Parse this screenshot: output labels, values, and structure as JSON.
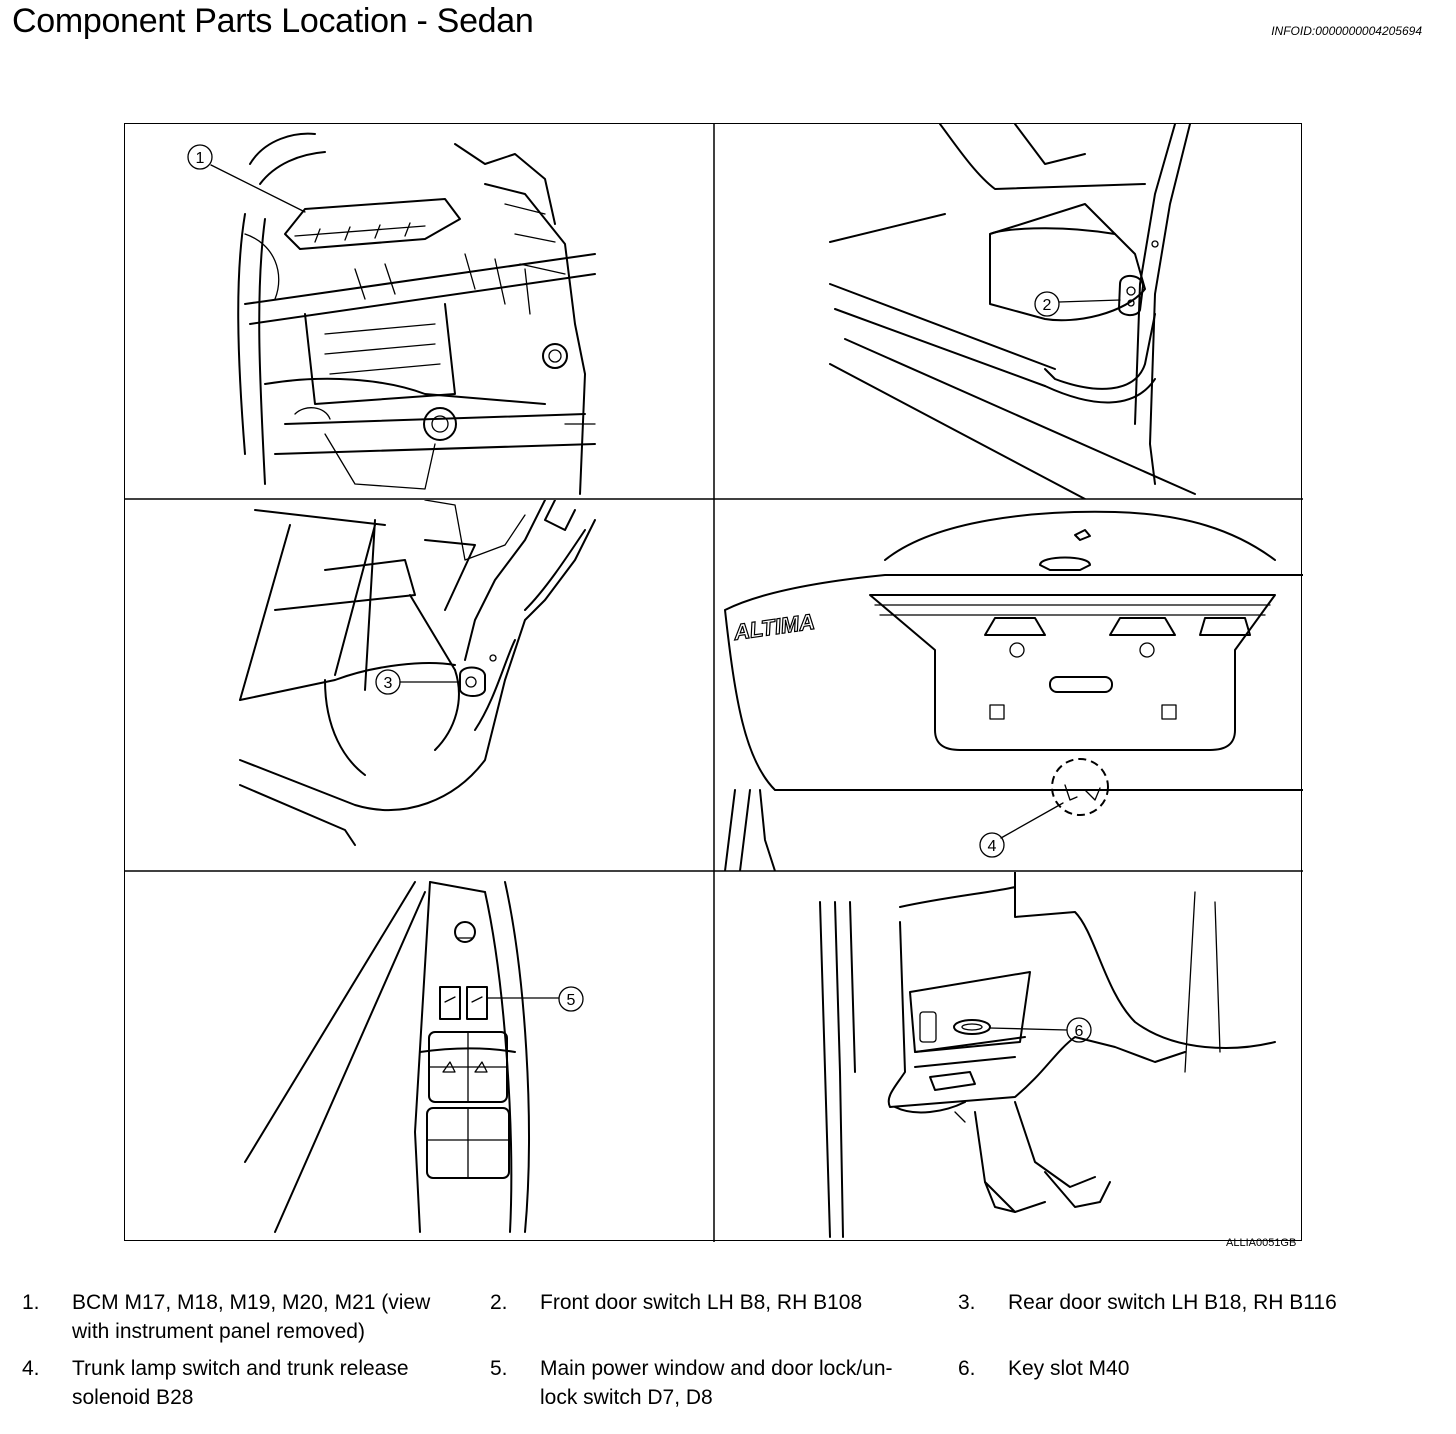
{
  "header": {
    "title": "Component Parts Location - Sedan",
    "info_id": "INFOID:0000000004205694"
  },
  "figure": {
    "code": "ALLIA0051GB",
    "panels": [
      {
        "callout": "1"
      },
      {
        "callout": "2"
      },
      {
        "callout": "3"
      },
      {
        "callout": "4",
        "badge": "ALTIMA"
      },
      {
        "callout": "5"
      },
      {
        "callout": "6"
      }
    ]
  },
  "legend": [
    {
      "num": "1.",
      "line1": "BCM M17, M18, M19, M20, M21 (view",
      "line2": "with instrument panel removed)"
    },
    {
      "num": "2.",
      "line1": "Front door switch LH B8, RH B108",
      "line2": ""
    },
    {
      "num": "3.",
      "line1": "Rear door switch LH B18, RH B116",
      "line2": ""
    },
    {
      "num": "4.",
      "line1": "Trunk lamp switch and trunk release",
      "line2": "solenoid B28"
    },
    {
      "num": "5.",
      "line1": "Main power window and door lock/un-",
      "line2": "lock switch D7, D8"
    },
    {
      "num": "6.",
      "line1": "Key slot M40",
      "line2": ""
    }
  ]
}
